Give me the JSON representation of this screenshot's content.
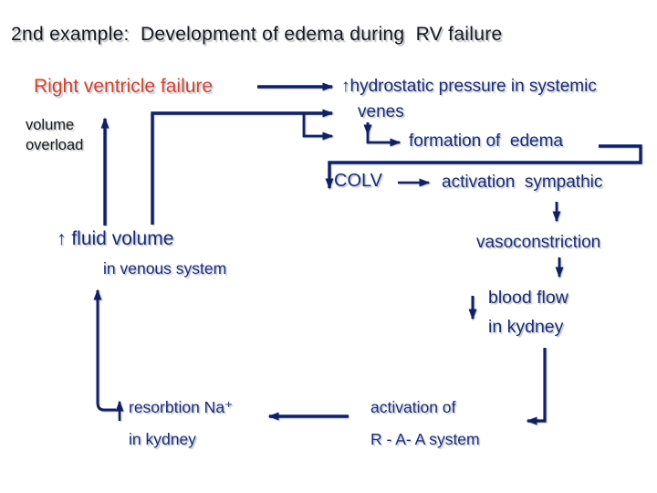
{
  "slide": {
    "title": "2nd example:  Development of edema during  RV failure",
    "colors": {
      "background": "#ffffff",
      "title": "#15151f",
      "navy": "#1c2b6e",
      "line": "#122060",
      "red": "#cd4628",
      "black": "#141414",
      "shadow": "#bfc9dd"
    }
  },
  "nodes": {
    "rv_failure": {
      "label": "Right ventricle failure"
    },
    "volume_overload": {
      "label": "volume\noverload"
    },
    "hydrostatic": {
      "line1": "↑hydrostatic pressure in systemic",
      "line2": "venes"
    },
    "formation": {
      "label": "formation of  edema"
    },
    "colv": {
      "label": "COLV"
    },
    "sympathic": {
      "label": "activation  sympathic"
    },
    "vasoconstriction": {
      "label": "vasoconstriction"
    },
    "fluid_volume": {
      "line1": "↑ fluid volume",
      "line2": "in venous system"
    },
    "blood_flow": {
      "label": "blood flow\nin kydney"
    },
    "resorbtion": {
      "label": "resorbtion Na⁺\nin kydney"
    },
    "raa": {
      "label": "activation of\nR - A- A system"
    }
  },
  "edges": [
    {
      "from": "rv_failure",
      "to": "hydrostatic"
    },
    {
      "from": "fluid_volume",
      "to": "rv_failure",
      "via": "volume_overload"
    },
    {
      "from": "fluid_volume",
      "to": "hydrostatic"
    },
    {
      "from": "fluid_volume",
      "to": "hydrostatic_venes_branch"
    },
    {
      "from": "hydrostatic",
      "to": "formation"
    },
    {
      "from": "formation",
      "to": "colv"
    },
    {
      "from": "colv",
      "to": "sympathic"
    },
    {
      "from": "sympathic",
      "to": "vasoconstriction"
    },
    {
      "from": "vasoconstriction",
      "to": "blood_flow"
    },
    {
      "from": "blood_flow",
      "to": "raa"
    },
    {
      "from": "raa",
      "to": "resorbtion"
    },
    {
      "from": "resorbtion",
      "to": "fluid_volume"
    }
  ]
}
